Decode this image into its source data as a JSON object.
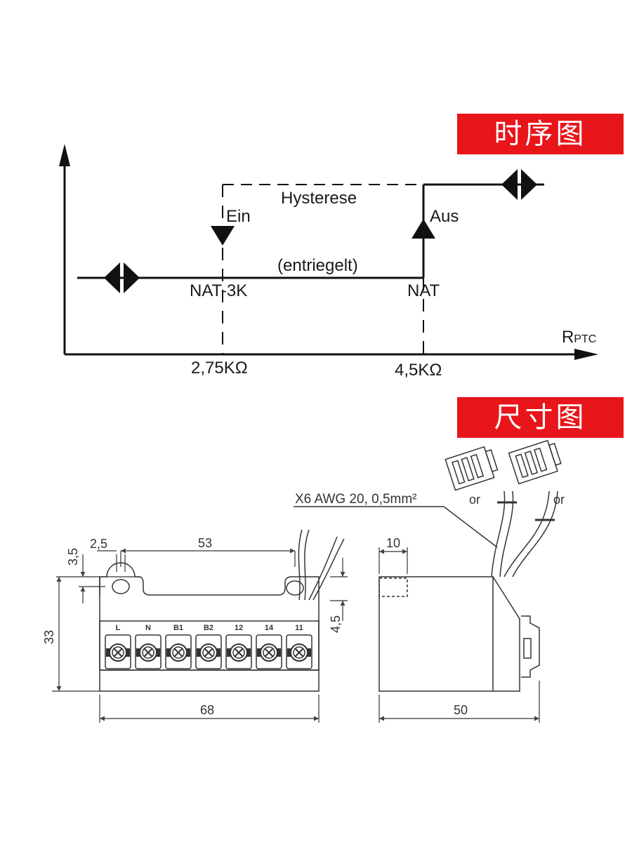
{
  "banners": {
    "timing_title": "时序图",
    "dimensions_title": "尺寸图"
  },
  "timing_diagram": {
    "axis_label_main": "R",
    "axis_label_sub": "PTC",
    "hysteresis_label": "Hysterese",
    "on_label": "Ein",
    "off_label": "Aus",
    "unlocked_label": "(entriegelt)",
    "lower_threshold_label": "NAT-3K",
    "upper_threshold_label": "NAT",
    "lower_resistance": "2,75KΩ",
    "upper_resistance": "4,5KΩ"
  },
  "dimension_drawing": {
    "wire_spec": "X6 AWG 20, 0,5mm²",
    "alt_label_1": "or",
    "alt_label_2": "or",
    "terminals": [
      "L",
      "N",
      "B1",
      "B2",
      "12",
      "14",
      "11"
    ],
    "dims": {
      "hole_offset": "3,5",
      "hole_width": "2,5",
      "hole_spacing": "53",
      "height": "33",
      "wire_offset": "4,5",
      "width": "68",
      "side_offset": "10",
      "depth": "50"
    }
  },
  "colors": {
    "banner_background": "#e8151b",
    "banner_text": "#ffffff",
    "line": "#111111"
  }
}
